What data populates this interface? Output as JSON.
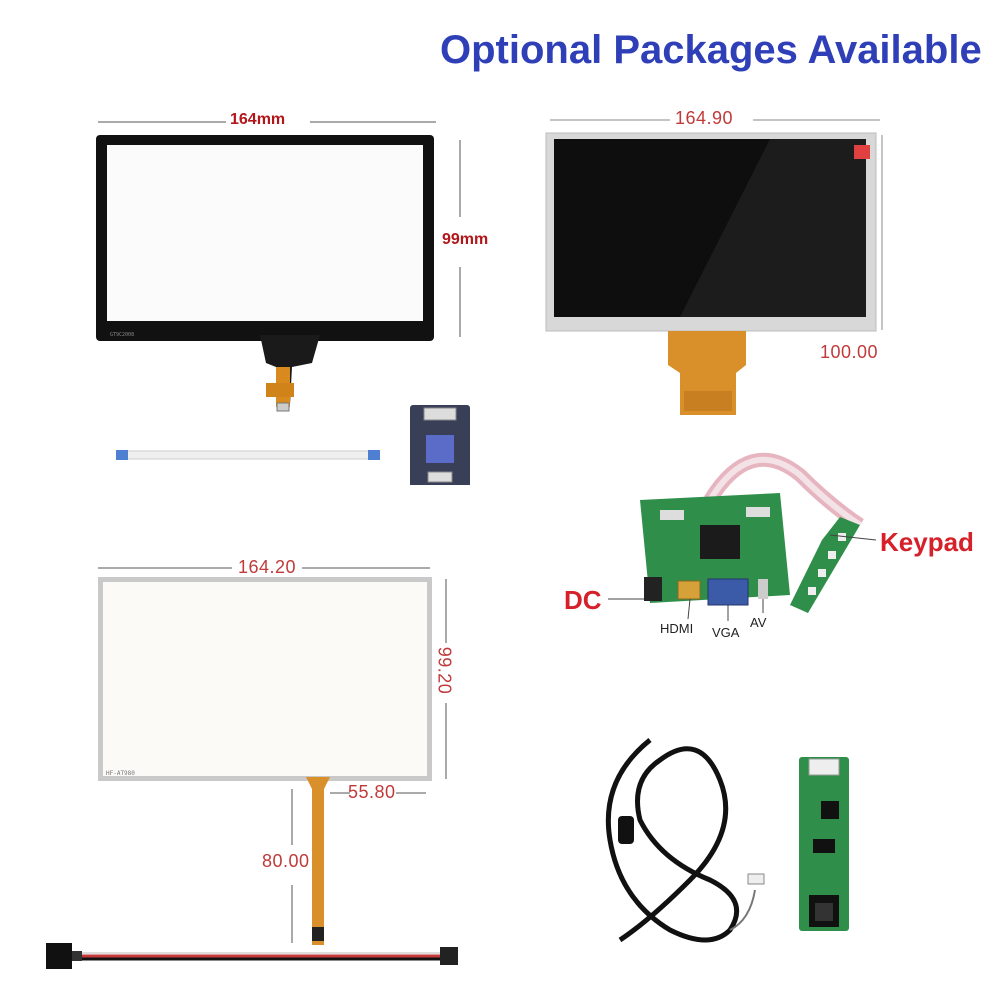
{
  "title": "Optional Packages Available",
  "capacitive_touch": {
    "width_label": "164mm",
    "height_label": "99mm"
  },
  "lcd_panel": {
    "width_label": "164.90",
    "height_label": "100.00"
  },
  "resistive_touch": {
    "width_label": "164.20",
    "height_label": "99.20",
    "tail_width_label": "55.80",
    "tail_length_label": "80.00"
  },
  "driver_board": {
    "keypad_label": "Keypad",
    "dc_label": "DC",
    "hdmi_label": "HDMI",
    "vga_label": "VGA",
    "av_label": "AV"
  },
  "colors": {
    "title": "#2f3fb8",
    "dimension_red": "#b3161a",
    "callout_red": "#d6202a",
    "pcb_green": "#2f8f4a",
    "fpc_orange": "#d9902a"
  }
}
